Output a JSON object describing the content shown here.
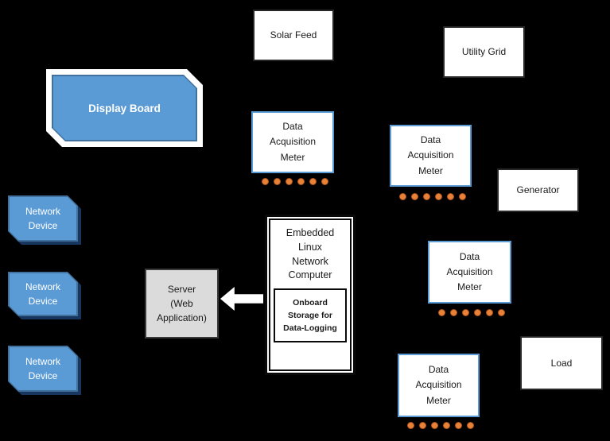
{
  "diagram": {
    "background_color": "#000000",
    "colors": {
      "shape_blue_fill": "#5b9bd5",
      "shape_blue_border": "#41719c",
      "shape_shadow_navy": "#17375e",
      "meter_border_blue": "#5b9bd5",
      "server_gray_fill": "#dbdbdb",
      "dot_orange_fill": "#e8823a",
      "dot_orange_border": "#ad5317",
      "box_white_fill": "#ffffff",
      "box_dark_border": "#262626"
    },
    "nodes": {
      "solar_feed": {
        "label": "Solar Feed"
      },
      "utility_grid": {
        "label": "Utility Grid"
      },
      "display_board": {
        "label": "Display Board"
      },
      "network_device": {
        "label": "Network\nDevice",
        "count": 3
      },
      "server": {
        "label": "Server\n(Web\nApplication)"
      },
      "embedded_computer": {
        "label": "Embedded\nLinux\nNetwork\nComputer"
      },
      "onboard_storage": {
        "label": "Onboard\nStorage for\nData-Logging"
      },
      "data_acquisition_meter": {
        "label": "Data\nAcquisition\nMeter",
        "count": 4
      },
      "generator": {
        "label": "Generator"
      },
      "load": {
        "label": "Load"
      }
    },
    "meters": {
      "dots_count": 6
    },
    "connector": {
      "shape": "white-block-arrow",
      "direction": "left",
      "from": "embedded_computer",
      "to": "server"
    }
  }
}
